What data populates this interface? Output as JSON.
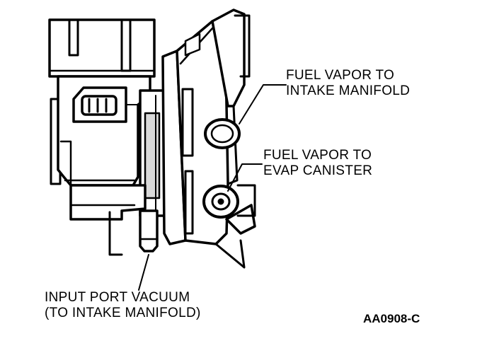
{
  "labels": {
    "fuel_vapor_intake": {
      "line1": "FUEL VAPOR TO",
      "line2": "INTAKE MANIFOLD"
    },
    "fuel_vapor_evap": {
      "line1": "FUEL VAPOR TO",
      "line2": "EVAP CANISTER"
    },
    "input_port": {
      "line1": "INPUT PORT VACUUM",
      "line2": "(TO INTAKE MANIFOLD)"
    }
  },
  "figure_code": "AA0908-C",
  "colors": {
    "ink": "#000000",
    "paper": "#ffffff"
  }
}
